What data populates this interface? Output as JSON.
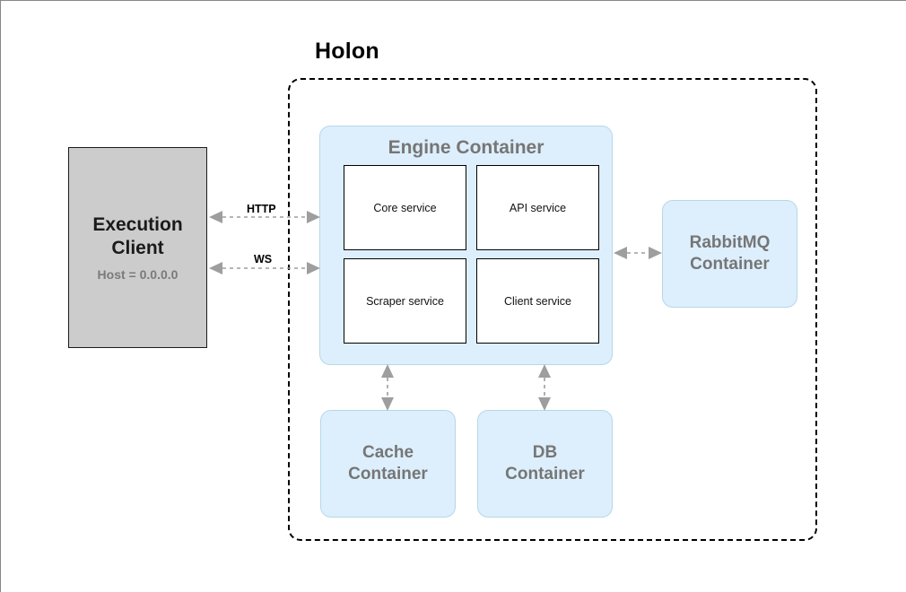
{
  "diagram": {
    "title": "Holon",
    "boundary_style": "dashed",
    "background_color": "#ffffff"
  },
  "colors": {
    "container_fill": "#ddeffc",
    "container_border": "#b6d7e8",
    "container_label": "#767676",
    "client_fill": "#cccccc",
    "client_border": "#1a1a1a",
    "service_fill": "#ffffff",
    "service_border": "#000000",
    "connector": "#9e9e9e",
    "boundary": "#000000"
  },
  "execution_client": {
    "title_line1": "Execution",
    "title_line2": "Client",
    "host_label": "Host = 0.0.0.0"
  },
  "engine_container": {
    "title": "Engine Container",
    "services": [
      {
        "name": "Core service"
      },
      {
        "name": "API service"
      },
      {
        "name": "Scraper service"
      },
      {
        "name": "Client service"
      }
    ]
  },
  "containers": [
    {
      "id": "rabbitmq",
      "line1": "RabbitMQ",
      "line2": "Container"
    },
    {
      "id": "cache",
      "line1": "Cache",
      "line2": "Container"
    },
    {
      "id": "db",
      "line1": "DB",
      "line2": "Container"
    }
  ],
  "connectors": [
    {
      "id": "http",
      "label": "HTTP",
      "from": "Execution Client",
      "to": "Engine Container",
      "direction": "bidirectional"
    },
    {
      "id": "ws",
      "label": "WS",
      "from": "Execution Client",
      "to": "Engine Container",
      "direction": "bidirectional"
    },
    {
      "id": "engine-rabbitmq",
      "label": "",
      "from": "Engine Container",
      "to": "RabbitMQ Container",
      "direction": "bidirectional"
    },
    {
      "id": "engine-cache",
      "label": "",
      "from": "Engine Container",
      "to": "Cache Container",
      "direction": "bidirectional"
    },
    {
      "id": "engine-db",
      "label": "",
      "from": "Engine Container",
      "to": "DB Container",
      "direction": "bidirectional"
    }
  ]
}
